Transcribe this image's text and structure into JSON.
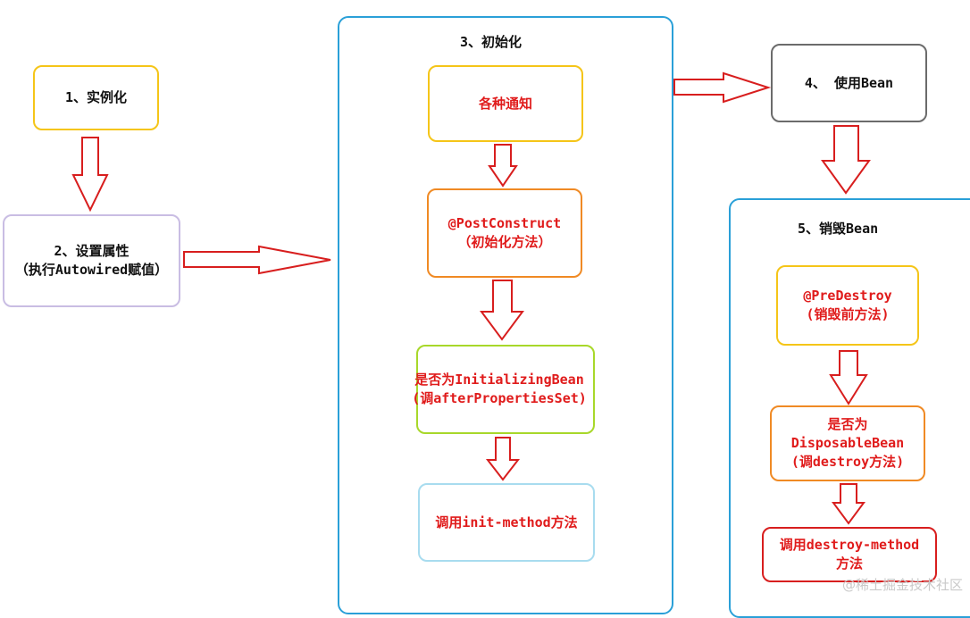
{
  "step1": {
    "label": "1、实例化"
  },
  "step2": {
    "line1": "2、设置属性",
    "line2": "（执行Autowired赋值）"
  },
  "step3": {
    "title": "3、初始化",
    "aware": "各种通知",
    "post_construct": {
      "line1": "@PostConstruct",
      "line2": "（初始化方法）"
    },
    "initializing_bean": {
      "line1": "是否为InitializingBean",
      "line2": "(调afterPropertiesSet)"
    },
    "init_method": "调用init-method方法"
  },
  "step4": {
    "label": "4、  使用Bean"
  },
  "step5": {
    "title": "5、销毁Bean",
    "pre_destroy": {
      "line1": "@PreDestroy",
      "line2": "(销毁前方法)"
    },
    "disposable_bean": {
      "line1": "是否为",
      "line2": "DisposableBean",
      "line3": "(调destroy方法)"
    },
    "destroy_method": {
      "line1": "调用destroy-method",
      "line2": "方法"
    }
  },
  "watermark": "@稀土掘金技术社区",
  "colors": {
    "yellow": "#f5c518",
    "lavender": "#c9bde3",
    "blue": "#2aa0d8",
    "orange": "#f08a24",
    "lime": "#a8d82a",
    "lightblue": "#a8dcef",
    "gray": "#6b6b6b",
    "red_border": "#d81e1e",
    "text_red": "#e01b1b",
    "arrow": "#d81e1e"
  }
}
